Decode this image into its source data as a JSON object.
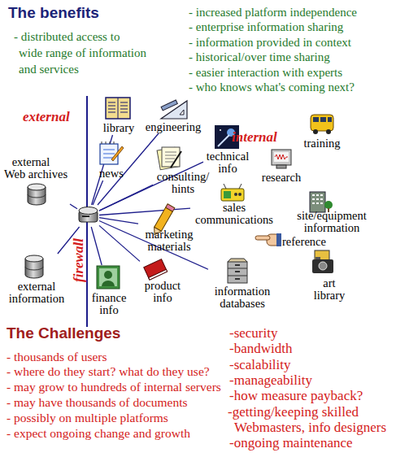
{
  "diagram": {
    "title": "The benefits",
    "nodes": [
      {
        "text": [
          "library"
        ]
      },
      {
        "text": [
          "engineering"
        ]
      },
      {
        "text": [
          "training"
        ]
      },
      {
        "text": [
          "technical info"
        ]
      },
      {
        "text": [
          "external Web archives"
        ]
      },
      {
        "text": [
          "news"
        ]
      },
      {
        "text": [
          "consulting/ hints"
        ]
      },
      {
        "text": [
          "research"
        ]
      },
      {
        "text": [
          "sales communications"
        ]
      },
      {
        "text": [
          "site/equipment information"
        ]
      },
      {
        "text": []
      },
      {
        "text": [
          "marketing materials"
        ]
      },
      {
        "text": [
          "reference"
        ]
      },
      {
        "text": [
          "external information"
        ]
      },
      {
        "text": [
          "finance info"
        ]
      },
      {
        "text": [
          "product info"
        ]
      },
      {
        "text": [
          "information databases"
        ]
      },
      {
        "text": [
          "art library"
        ]
      }
    ],
    "edges": [
      {
        "from": 10,
        "to": 0,
        "arrow": "none"
      },
      {
        "from": 10,
        "to": 5,
        "arrow": "none"
      },
      {
        "from": 10,
        "to": 1,
        "arrow": "none"
      },
      {
        "from": 10,
        "to": 3,
        "arrow": "none"
      },
      {
        "from": 10,
        "to": 6,
        "arrow": "none"
      },
      {
        "from": 10,
        "to": 8,
        "arrow": "none"
      },
      {
        "from": 10,
        "to": 11,
        "arrow": "none"
      },
      {
        "from": 10,
        "to": 15,
        "arrow": "none"
      },
      {
        "from": 10,
        "to": 14,
        "arrow": "none"
      },
      {
        "from": 10,
        "to": 16,
        "arrow": "none"
      },
      {
        "from": 10,
        "to": 4,
        "arrow": "none"
      },
      {
        "from": 10,
        "to": 13,
        "arrow": "none"
      }
    ],
    "labels": [
      "- distributed access to wide range of information and services",
      "- increased platform independence",
      "- enterprise information sharing",
      "- information provided in context",
      "- historical/over time sharing",
      "- easier interaction with experts",
      "- who knows what's coming next?",
      "external",
      "internal",
      "firewall",
      "The Challenges",
      "- thousands of users",
      "- where do they start? what do they use?",
      "- may grow to hundreds of internal servers",
      "- may have thousands of documents",
      "- possibly on multiple platforms",
      "- expect ongoing change and growth",
      "-security",
      "-bandwidth",
      "-scalability",
      "-manageability",
      "-how measure payback?",
      "-getting/keeping skilled Webmasters, info designers",
      "-ongoing maintenance"
    ]
  }
}
